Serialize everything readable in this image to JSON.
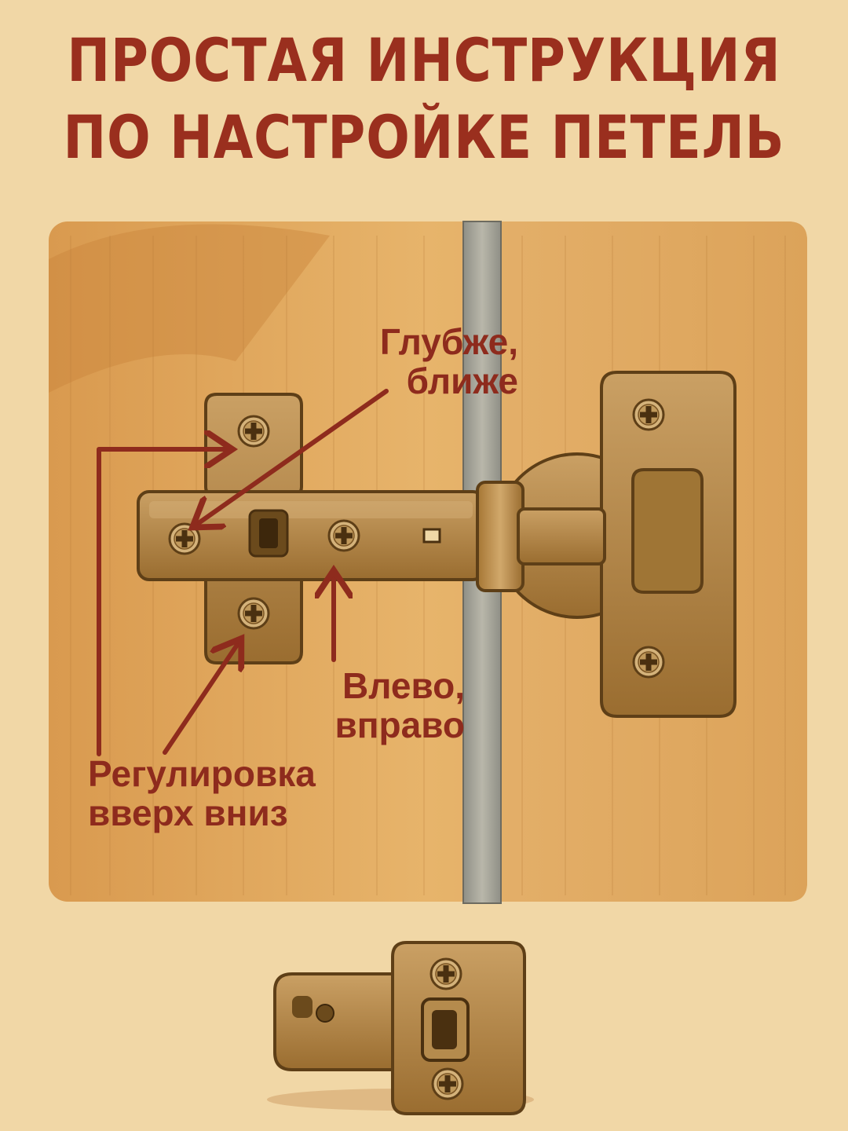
{
  "title": {
    "line1": "ПРОСТАЯ ИНСТРУКЦИЯ",
    "line2": "ПО НАСТРОЙКЕ ПЕТЕЛЬ"
  },
  "labels": {
    "depth": {
      "line1": "Глубже,",
      "line2": "ближе"
    },
    "sideways": {
      "line1": "Влево,",
      "line2": "вправо"
    },
    "vertical": {
      "line1": "Регулировка",
      "line2": "вверх вниз"
    }
  },
  "colors": {
    "background": "#f1d7a6",
    "title_red": "#9a2f1e",
    "wood": "#e0aa5f",
    "brass": "#b8863f",
    "arrow": "#8e2b1d"
  },
  "icons": [
    "phillips-screw-icon",
    "hinge-illustration",
    "mounting-plate-illustration"
  ]
}
